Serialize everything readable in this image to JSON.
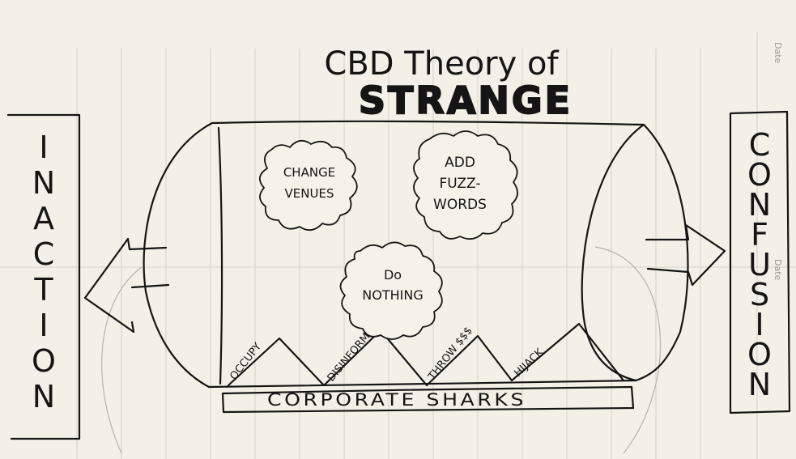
{
  "title_line1": "CBD Theory of",
  "title_line2": "STRANGE",
  "left_label": "INACTION",
  "right_label": "CONFUSION",
  "clouds": [
    "CHANGE\nVENUES",
    "ADD\nFUZZ-\nWORDS",
    "Do\nNOTHING"
  ],
  "peaks": [
    "OCCUPY",
    "DISINFORM",
    "THROW $$$",
    "HIJACK"
  ],
  "base_label": "CORPORATE SHARKS",
  "page_marks": [
    "Date",
    "Date"
  ]
}
